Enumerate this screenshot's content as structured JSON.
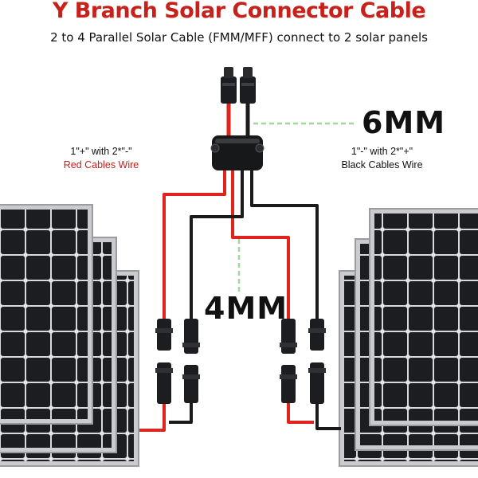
{
  "title": "Y Branch Solar Connector Cable",
  "subtitle": "2 to 4 Parallel Solar Cable (FMM/MFF) connect to 2 solar panels",
  "wire_size_main": "6MM",
  "wire_size_branch": "4MM",
  "left_caption": {
    "line1": "1\"+\" with 2*\"-\"",
    "line2": "Red Cables Wire"
  },
  "right_caption": {
    "line1": "1\"-\" with 2*\"+\"",
    "line2": "Black Cables Wire"
  },
  "colors": {
    "title_red": "#c8201a",
    "red_wire": "#e0231c",
    "black_wire": "#1a1a1a",
    "dash_green": "#9fd89a",
    "panel_cell": "#1b1d21",
    "panel_frame": "#c9cbcf"
  },
  "icons": [
    "solar-panel-icon",
    "mc4-connector-icon",
    "y-branch-hub-icon"
  ]
}
